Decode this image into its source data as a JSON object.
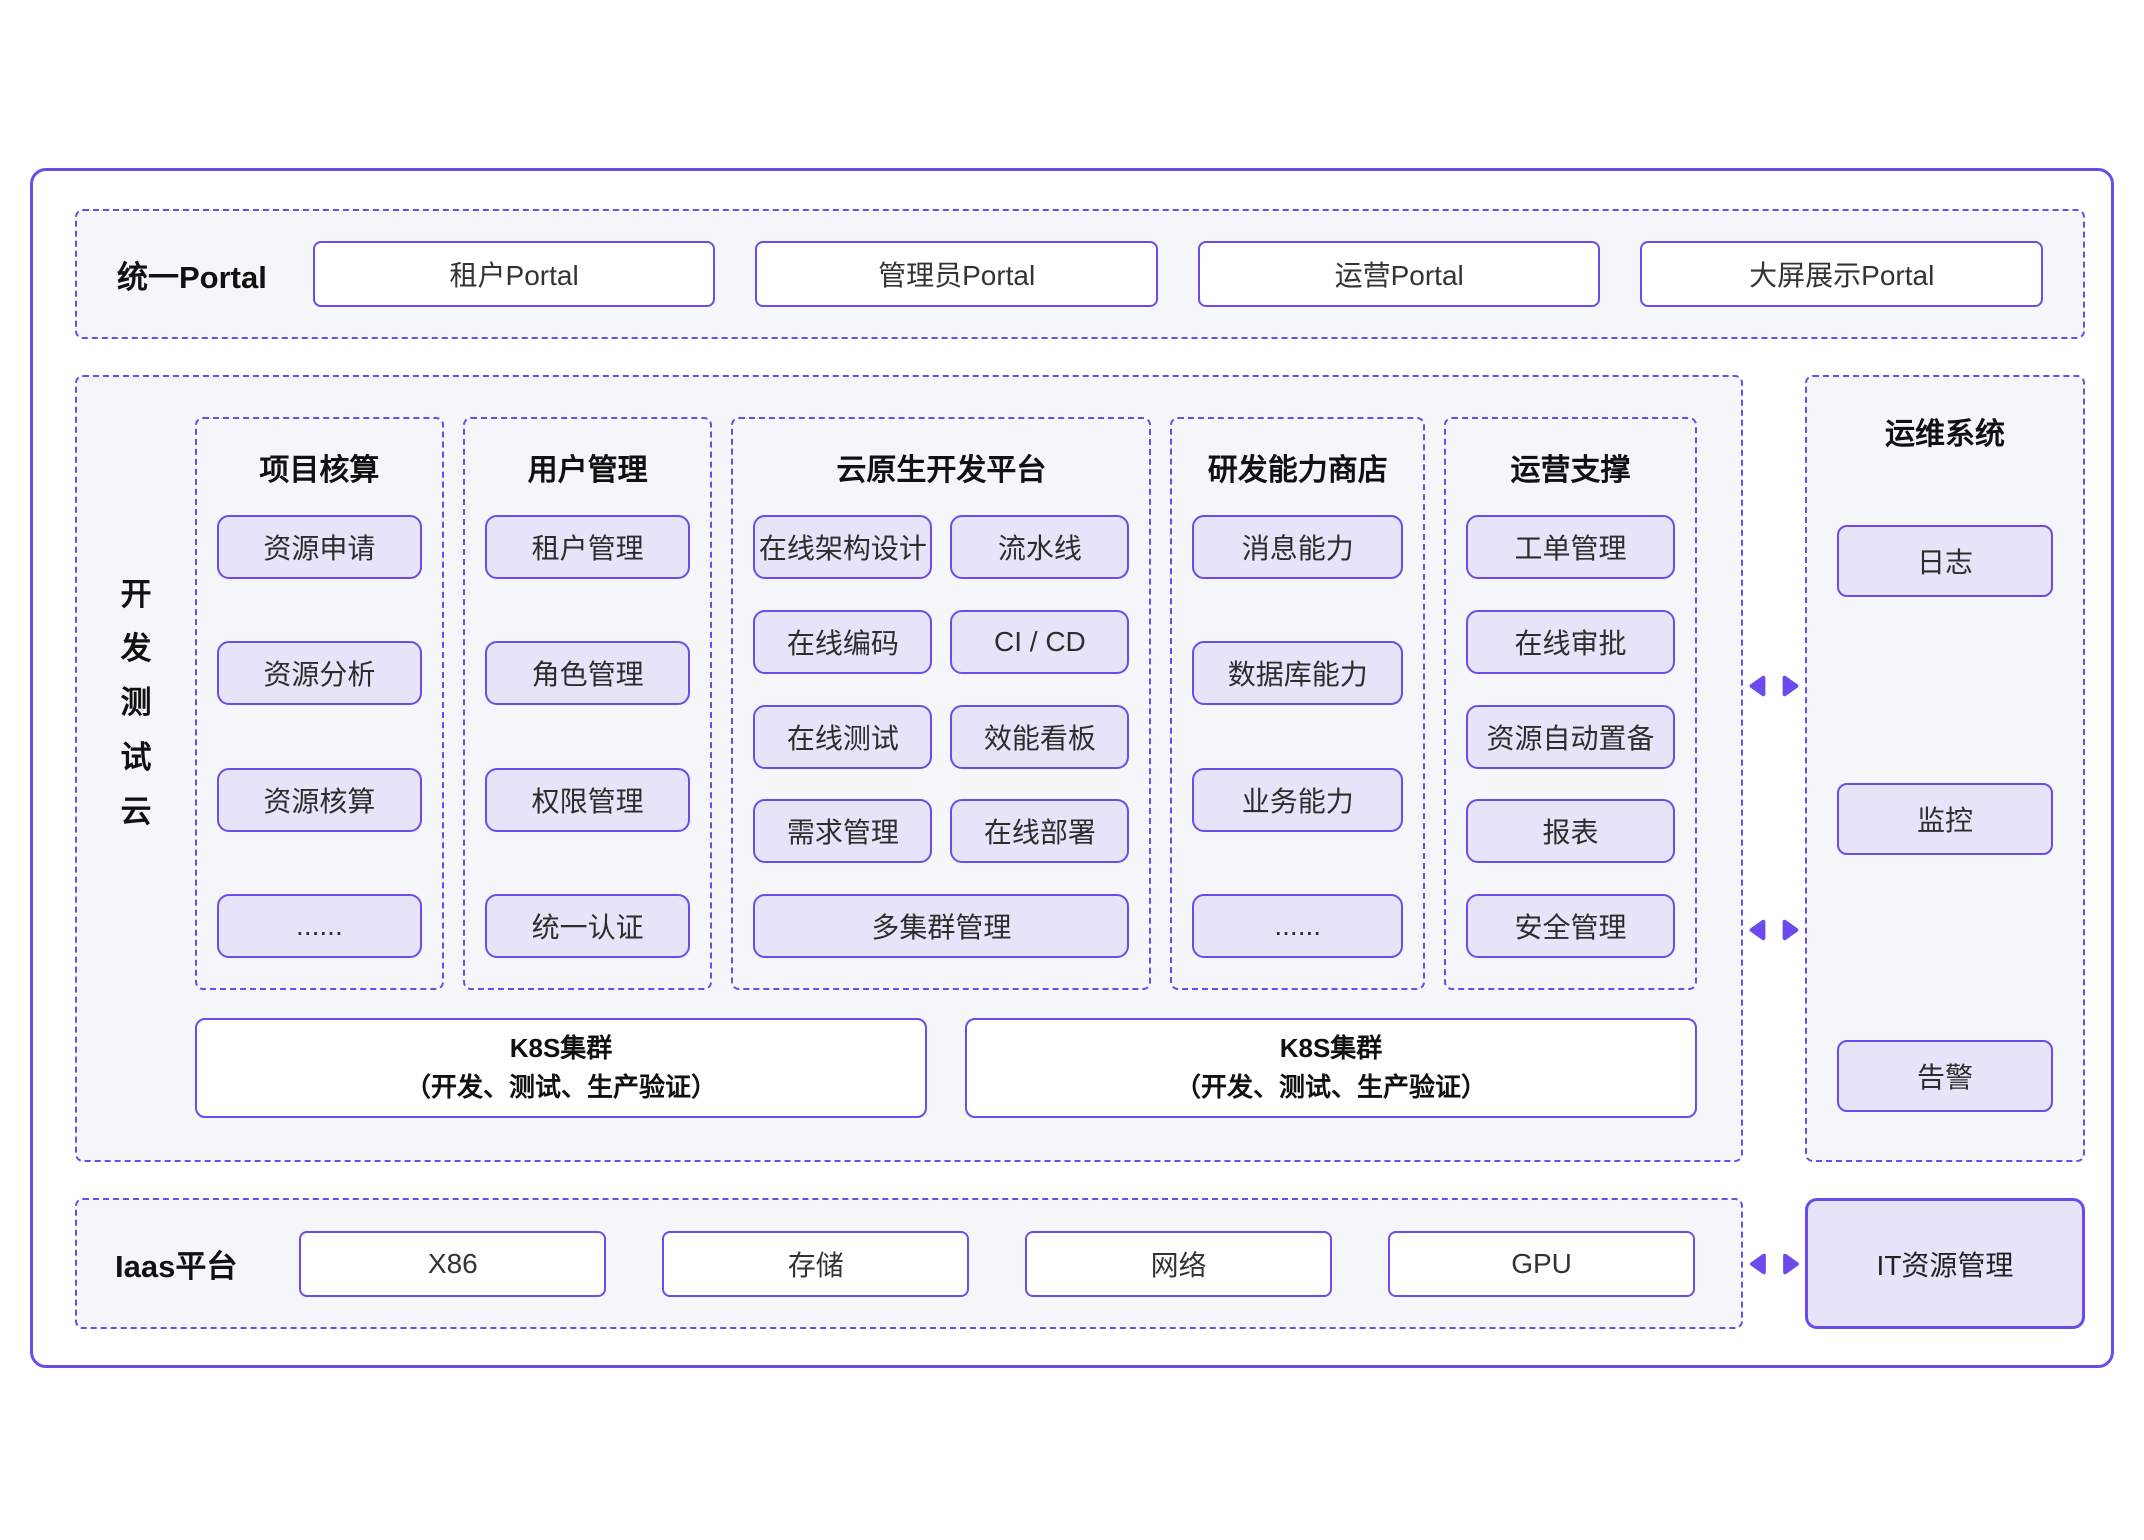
{
  "colors": {
    "accent_purple": "#6C4AEC",
    "module_fill": "#E7E3F8",
    "panel_background": "#F5F6F9",
    "page_background": "#FFFFFF"
  },
  "portal": {
    "label": "统一Portal",
    "items": [
      "租户Portal",
      "管理员Portal",
      "运营Portal",
      "大屏展示Portal"
    ]
  },
  "dev_cloud": {
    "vertical_label": "开发测试云",
    "columns": [
      {
        "title": "项目核算",
        "items": [
          "资源申请",
          "资源分析",
          "资源核算",
          "......"
        ]
      },
      {
        "title": "用户管理",
        "items": [
          "租户管理",
          "角色管理",
          "权限管理",
          "统一认证"
        ]
      },
      {
        "title": "云原生开发平台",
        "rows": [
          [
            "在线架构设计",
            "流水线"
          ],
          [
            "在线编码",
            "CI / CD"
          ],
          [
            "在线测试",
            "效能看板"
          ],
          [
            "需求管理",
            "在线部署"
          ]
        ],
        "full_item": "多集群管理"
      },
      {
        "title": "研发能力商店",
        "items": [
          "消息能力",
          "数据库能力",
          "业务能力",
          "......"
        ]
      },
      {
        "title": "运营支撑",
        "items": [
          "工单管理",
          "在线审批",
          "资源自动置备",
          "报表",
          "安全管理"
        ]
      }
    ],
    "k8s_clusters": [
      {
        "line1": "K8S集群",
        "line2": "（开发、测试、生产验证）"
      },
      {
        "line1": "K8S集群",
        "line2": "（开发、测试、生产验证）"
      }
    ]
  },
  "ops": {
    "title": "运维系统",
    "items": [
      "日志",
      "监控",
      "告警"
    ]
  },
  "iaas": {
    "label": "Iaas平台",
    "items": [
      "X86",
      "存储",
      "网络",
      "GPU"
    ]
  },
  "it_management": {
    "label": "IT资源管理"
  }
}
